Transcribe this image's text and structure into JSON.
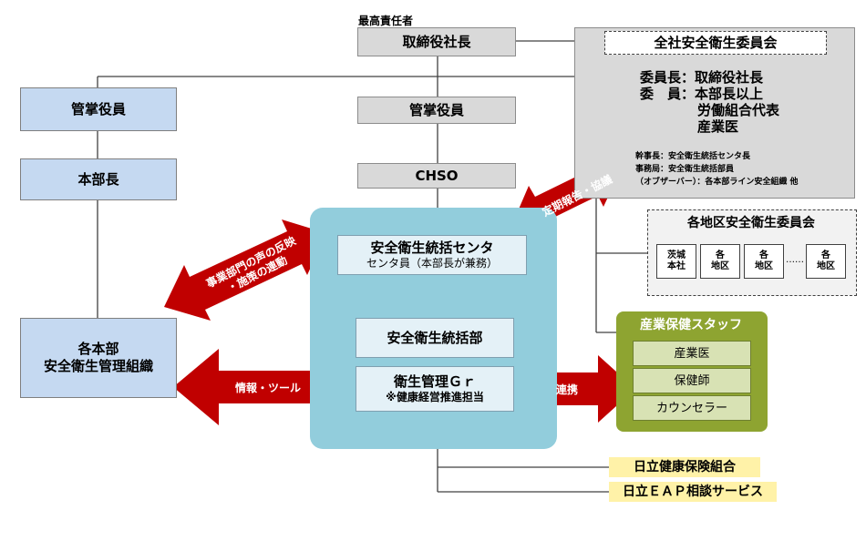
{
  "top_label": "最高責任者",
  "center": {
    "president": "取締役社長",
    "officer": "管掌役員",
    "chso": "CHSO",
    "center_title": "安全衛生統括センタ",
    "center_sub": "センタ員（本部長が兼務）",
    "dept": "安全衛生統括部",
    "gr_title": "衛生管理Ｇｒ",
    "gr_sub": "※健康経営推進担当"
  },
  "left": {
    "officer": "管掌役員",
    "division_head": "本部長",
    "org_line1": "各本部",
    "org_line2": "安全衛生管理組織"
  },
  "committee": {
    "title": "全社安全衛生委員会",
    "chair_label": "委員長：取締役社長",
    "member_label": "委　員：本部長以上",
    "member2": "労働組合代表",
    "member3": "産業医",
    "note1": "幹事長：安全衛生統括センタ長",
    "note2": "事務局：安全衛生統括部員",
    "note3": "（オブザーバー）：各本部ライン安全組織 他"
  },
  "regional": {
    "title": "各地区安全衛生委員会",
    "items": [
      "茨城\n本社",
      "各\n地区",
      "各\n地区",
      "各\n地区"
    ],
    "ellipsis": "……"
  },
  "health_staff": {
    "title": "産業保健スタッフ",
    "items": [
      "産業医",
      "保健師",
      "カウンセラー"
    ]
  },
  "external": [
    "日立健康保険組合",
    "日立ＥＡＰ相談サービス"
  ],
  "arrows": {
    "feedback_line1": "事業部門の声の反映",
    "feedback_line2": "・施策の連動",
    "info": "情報・ツール",
    "report": "定期報告・協議",
    "cooperation": "連携"
  },
  "colors": {
    "arrow_red": "#c00000",
    "center_panel": "#92cddc",
    "health_panel": "#8ea431"
  }
}
